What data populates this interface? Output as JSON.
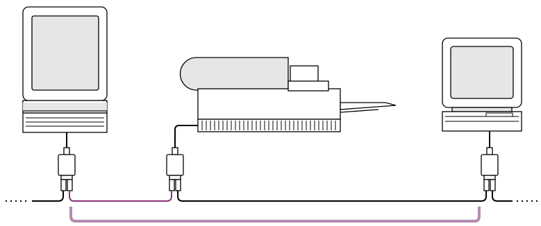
{
  "diagram": {
    "devices": [
      {
        "name": "portrait-monitor-computer",
        "icon": "portrait-monitor-icon"
      },
      {
        "name": "printer",
        "icon": "printer-icon"
      },
      {
        "name": "desktop-computer",
        "icon": "desktop-computer-icon"
      }
    ],
    "connectors": 3,
    "colors": {
      "line": "#000000",
      "highlight_cable": "#8b2f77",
      "bracket": "#b58bb0",
      "fill_gray": "#e6e6e6",
      "background": "#ffffff"
    }
  }
}
